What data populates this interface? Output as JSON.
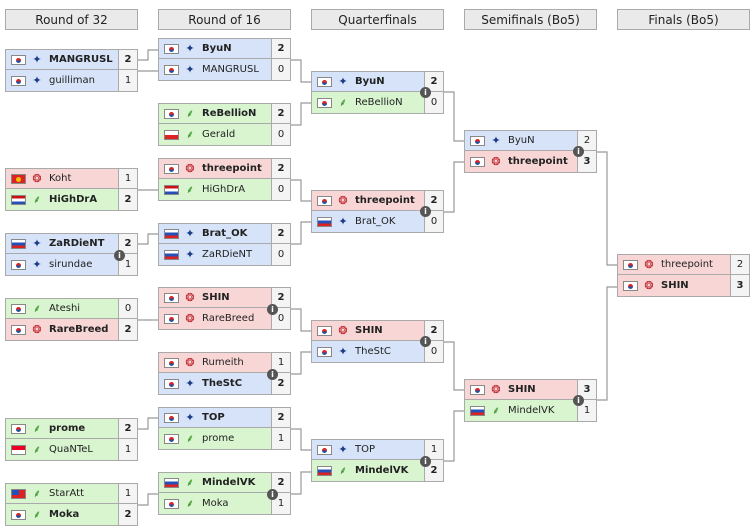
{
  "rounds": [
    "Round of 32",
    "Round of 16",
    "Quarterfinals",
    "Semifinals (Bo5)",
    "Finals (Bo5)"
  ],
  "colors": {
    "protoss": "#d6e3f8",
    "zerg": "#f8d6d6",
    "terran": "#d8f5d0",
    "connector": "#999999"
  },
  "info_icon": "i",
  "matches": {
    "r32_1": [
      {
        "name": "MANGRUSL",
        "flag": "kr",
        "race": "protoss",
        "score": "2",
        "win": true
      },
      {
        "name": "guilliman",
        "flag": "kr",
        "race": "protoss",
        "score": "1",
        "win": false
      }
    ],
    "r32_2": [
      {
        "name": "Koht",
        "flag": "kg",
        "race": "zerg",
        "score": "1",
        "win": false
      },
      {
        "name": "HiGhDrA",
        "flag": "nl",
        "race": "terran",
        "score": "2",
        "win": true
      }
    ],
    "r32_3": [
      {
        "name": "ZaRDieNT",
        "flag": "ru",
        "race": "protoss",
        "score": "2",
        "win": true
      },
      {
        "name": "sirundae",
        "flag": "kr",
        "race": "protoss",
        "score": "1",
        "win": false
      }
    ],
    "r32_4": [
      {
        "name": "Ateshi",
        "flag": "kr",
        "race": "terran",
        "score": "0",
        "win": false
      },
      {
        "name": "RareBreed",
        "flag": "kr",
        "race": "zerg",
        "score": "2",
        "win": true
      }
    ],
    "r32_5": [
      {
        "name": "prome",
        "flag": "kr",
        "race": "terran",
        "score": "2",
        "win": true
      },
      {
        "name": "QuaNTeL",
        "flag": "sg",
        "race": "terran",
        "score": "1",
        "win": false
      }
    ],
    "r32_6": [
      {
        "name": "StarAtt",
        "flag": "tw",
        "race": "terran",
        "score": "1",
        "win": false
      },
      {
        "name": "Moka",
        "flag": "kr",
        "race": "terran",
        "score": "2",
        "win": true
      }
    ],
    "r16_1": [
      {
        "name": "ByuN",
        "flag": "kr",
        "race": "protoss",
        "score": "2",
        "win": true
      },
      {
        "name": "MANGRUSL",
        "flag": "kr",
        "race": "protoss",
        "score": "0",
        "win": false
      }
    ],
    "r16_2": [
      {
        "name": "ReBellioN",
        "flag": "kr",
        "race": "terran",
        "score": "2",
        "win": true
      },
      {
        "name": "Gerald",
        "flag": "pl",
        "race": "terran",
        "score": "0",
        "win": false
      }
    ],
    "r16_3": [
      {
        "name": "threepoint",
        "flag": "kr",
        "race": "zerg",
        "score": "2",
        "win": true
      },
      {
        "name": "HiGhDrA",
        "flag": "nl",
        "race": "terran",
        "score": "0",
        "win": false
      }
    ],
    "r16_4": [
      {
        "name": "Brat_OK",
        "flag": "ru",
        "race": "protoss",
        "score": "2",
        "win": true
      },
      {
        "name": "ZaRDieNT",
        "flag": "ru",
        "race": "protoss",
        "score": "0",
        "win": false
      }
    ],
    "r16_5": [
      {
        "name": "SHIN",
        "flag": "kr",
        "race": "zerg",
        "score": "2",
        "win": true
      },
      {
        "name": "RareBreed",
        "flag": "kr",
        "race": "zerg",
        "score": "0",
        "win": false
      }
    ],
    "r16_6": [
      {
        "name": "Rumeith",
        "flag": "kr",
        "race": "zerg",
        "score": "1",
        "win": false
      },
      {
        "name": "TheStC",
        "flag": "kr",
        "race": "protoss",
        "score": "2",
        "win": true
      }
    ],
    "r16_7": [
      {
        "name": "TOP",
        "flag": "kr",
        "race": "protoss",
        "score": "2",
        "win": true
      },
      {
        "name": "prome",
        "flag": "kr",
        "race": "terran",
        "score": "1",
        "win": false
      }
    ],
    "r16_8": [
      {
        "name": "MindelVK",
        "flag": "ru",
        "race": "terran",
        "score": "2",
        "win": true
      },
      {
        "name": "Moka",
        "flag": "kr",
        "race": "terran",
        "score": "1",
        "win": false
      }
    ],
    "qf_1": [
      {
        "name": "ByuN",
        "flag": "kr",
        "race": "protoss",
        "score": "2",
        "win": true
      },
      {
        "name": "ReBellioN",
        "flag": "kr",
        "race": "terran",
        "score": "0",
        "win": false
      }
    ],
    "qf_2": [
      {
        "name": "threepoint",
        "flag": "kr",
        "race": "zerg",
        "score": "2",
        "win": true
      },
      {
        "name": "Brat_OK",
        "flag": "ru",
        "race": "protoss",
        "score": "0",
        "win": false
      }
    ],
    "qf_3": [
      {
        "name": "SHIN",
        "flag": "kr",
        "race": "zerg",
        "score": "2",
        "win": true
      },
      {
        "name": "TheStC",
        "flag": "kr",
        "race": "protoss",
        "score": "0",
        "win": false
      }
    ],
    "qf_4": [
      {
        "name": "TOP",
        "flag": "kr",
        "race": "protoss",
        "score": "1",
        "win": false
      },
      {
        "name": "MindelVK",
        "flag": "ru",
        "race": "terran",
        "score": "2",
        "win": true
      }
    ],
    "sf_1": [
      {
        "name": "ByuN",
        "flag": "kr",
        "race": "protoss",
        "score": "2",
        "win": false
      },
      {
        "name": "threepoint",
        "flag": "kr",
        "race": "zerg",
        "score": "3",
        "win": true
      }
    ],
    "sf_2": [
      {
        "name": "SHIN",
        "flag": "kr",
        "race": "zerg",
        "score": "3",
        "win": true
      },
      {
        "name": "MindelVK",
        "flag": "ru",
        "race": "terran",
        "score": "1",
        "win": false
      }
    ],
    "final": [
      {
        "name": "threepoint",
        "flag": "kr",
        "race": "zerg",
        "score": "2",
        "win": false
      },
      {
        "name": "SHIN",
        "flag": "kr",
        "race": "zerg",
        "score": "3",
        "win": true
      }
    ]
  }
}
